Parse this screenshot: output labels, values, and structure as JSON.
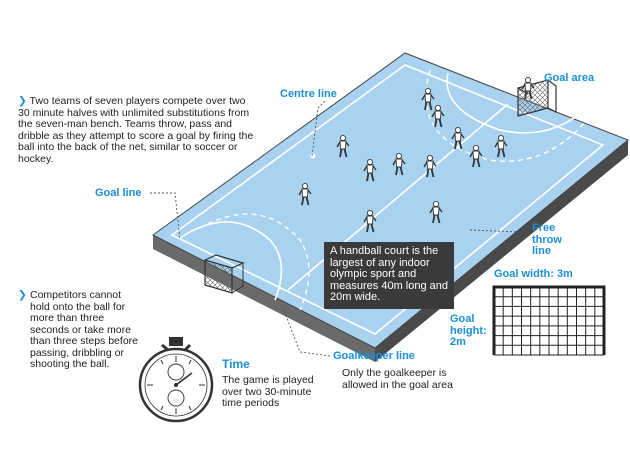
{
  "colors": {
    "accent": "#1b8fd8",
    "court": "#a9d2f0",
    "court_side": "#5c5c5c",
    "line": "#ffffff"
  },
  "intro": {
    "text": "Two teams of seven players compete over two 30 minute halves with unlimited substitutions from the seven-man bench. Teams throw, pass and dribble as they attempt to score a goal by firing the ball into the back of the net, similar to soccer or hockey."
  },
  "labels": {
    "centre_line": "Centre line",
    "goal_area": "Goal area",
    "goal_line": "Goal line",
    "free_throw_line": [
      "Free",
      "throw",
      "line"
    ],
    "goalkeeper_line": "Goalkeeper line",
    "goalkeeper_note": "Only the goalkeeper is allowed in the goal area",
    "goal_width": "Goal width: 3m",
    "goal_height": [
      "Goal",
      "height:",
      "2m"
    ]
  },
  "court_info": {
    "text": "A handball court is the largest of any indoor olympic sport and measures 40m long and 20m wide."
  },
  "competitors": {
    "text": "Competitors cannot hold onto the ball for more than three seconds or take more than three steps before passing, dribbling or shooting the ball."
  },
  "time": {
    "title": "Time",
    "text": "The game is played over two 30-minute time periods"
  },
  "icons": [
    "goal-net-icon",
    "stopwatch-icon",
    "player-icon",
    "chevron-right-icon"
  ]
}
